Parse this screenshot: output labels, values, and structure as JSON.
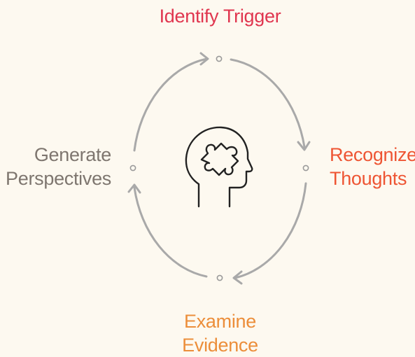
{
  "diagram": {
    "steps": [
      {
        "id": "identify-trigger",
        "lines": [
          "Identify Trigger"
        ],
        "color": "#e0364f"
      },
      {
        "id": "recognize-thoughts",
        "lines": [
          "Recognize",
          "Thoughts"
        ],
        "color": "#ee5533"
      },
      {
        "id": "examine-evidence",
        "lines": [
          "Examine",
          "Evidence"
        ],
        "color": "#ec8e3a"
      },
      {
        "id": "generate-perspectives",
        "lines": [
          "Generate",
          "Perspectives"
        ],
        "color": "#7e766f"
      }
    ],
    "center_icon": "head-with-puzzle-piece-icon",
    "cycle_arrow_color": "#a9a9a9",
    "node_color": "#9a9a9a"
  }
}
